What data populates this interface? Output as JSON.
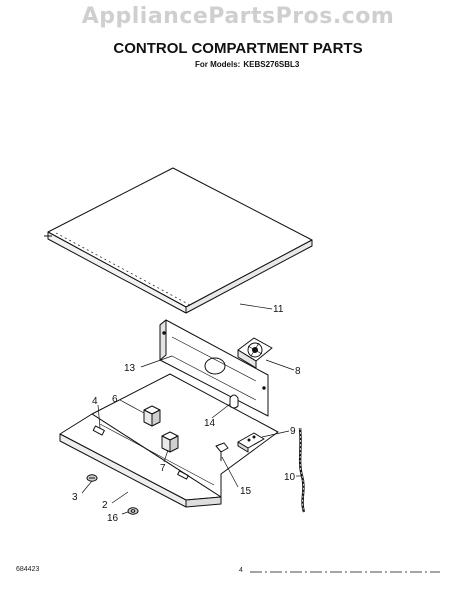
{
  "header": {
    "watermark": "AppliancePartsPros.com",
    "title": "CONTROL COMPARTMENT PARTS",
    "models_label": "For Models:",
    "models_value": "KEBS276SBL3"
  },
  "callouts": {
    "c11": "11",
    "c8": "8",
    "c13": "13",
    "c6": "6",
    "c4": "4",
    "c14": "14",
    "c9": "9",
    "c7": "7",
    "c10": "10",
    "c15": "15",
    "c3": "3",
    "c2": "2",
    "c16": "16"
  },
  "footer": {
    "code": "684423",
    "page": "4"
  }
}
